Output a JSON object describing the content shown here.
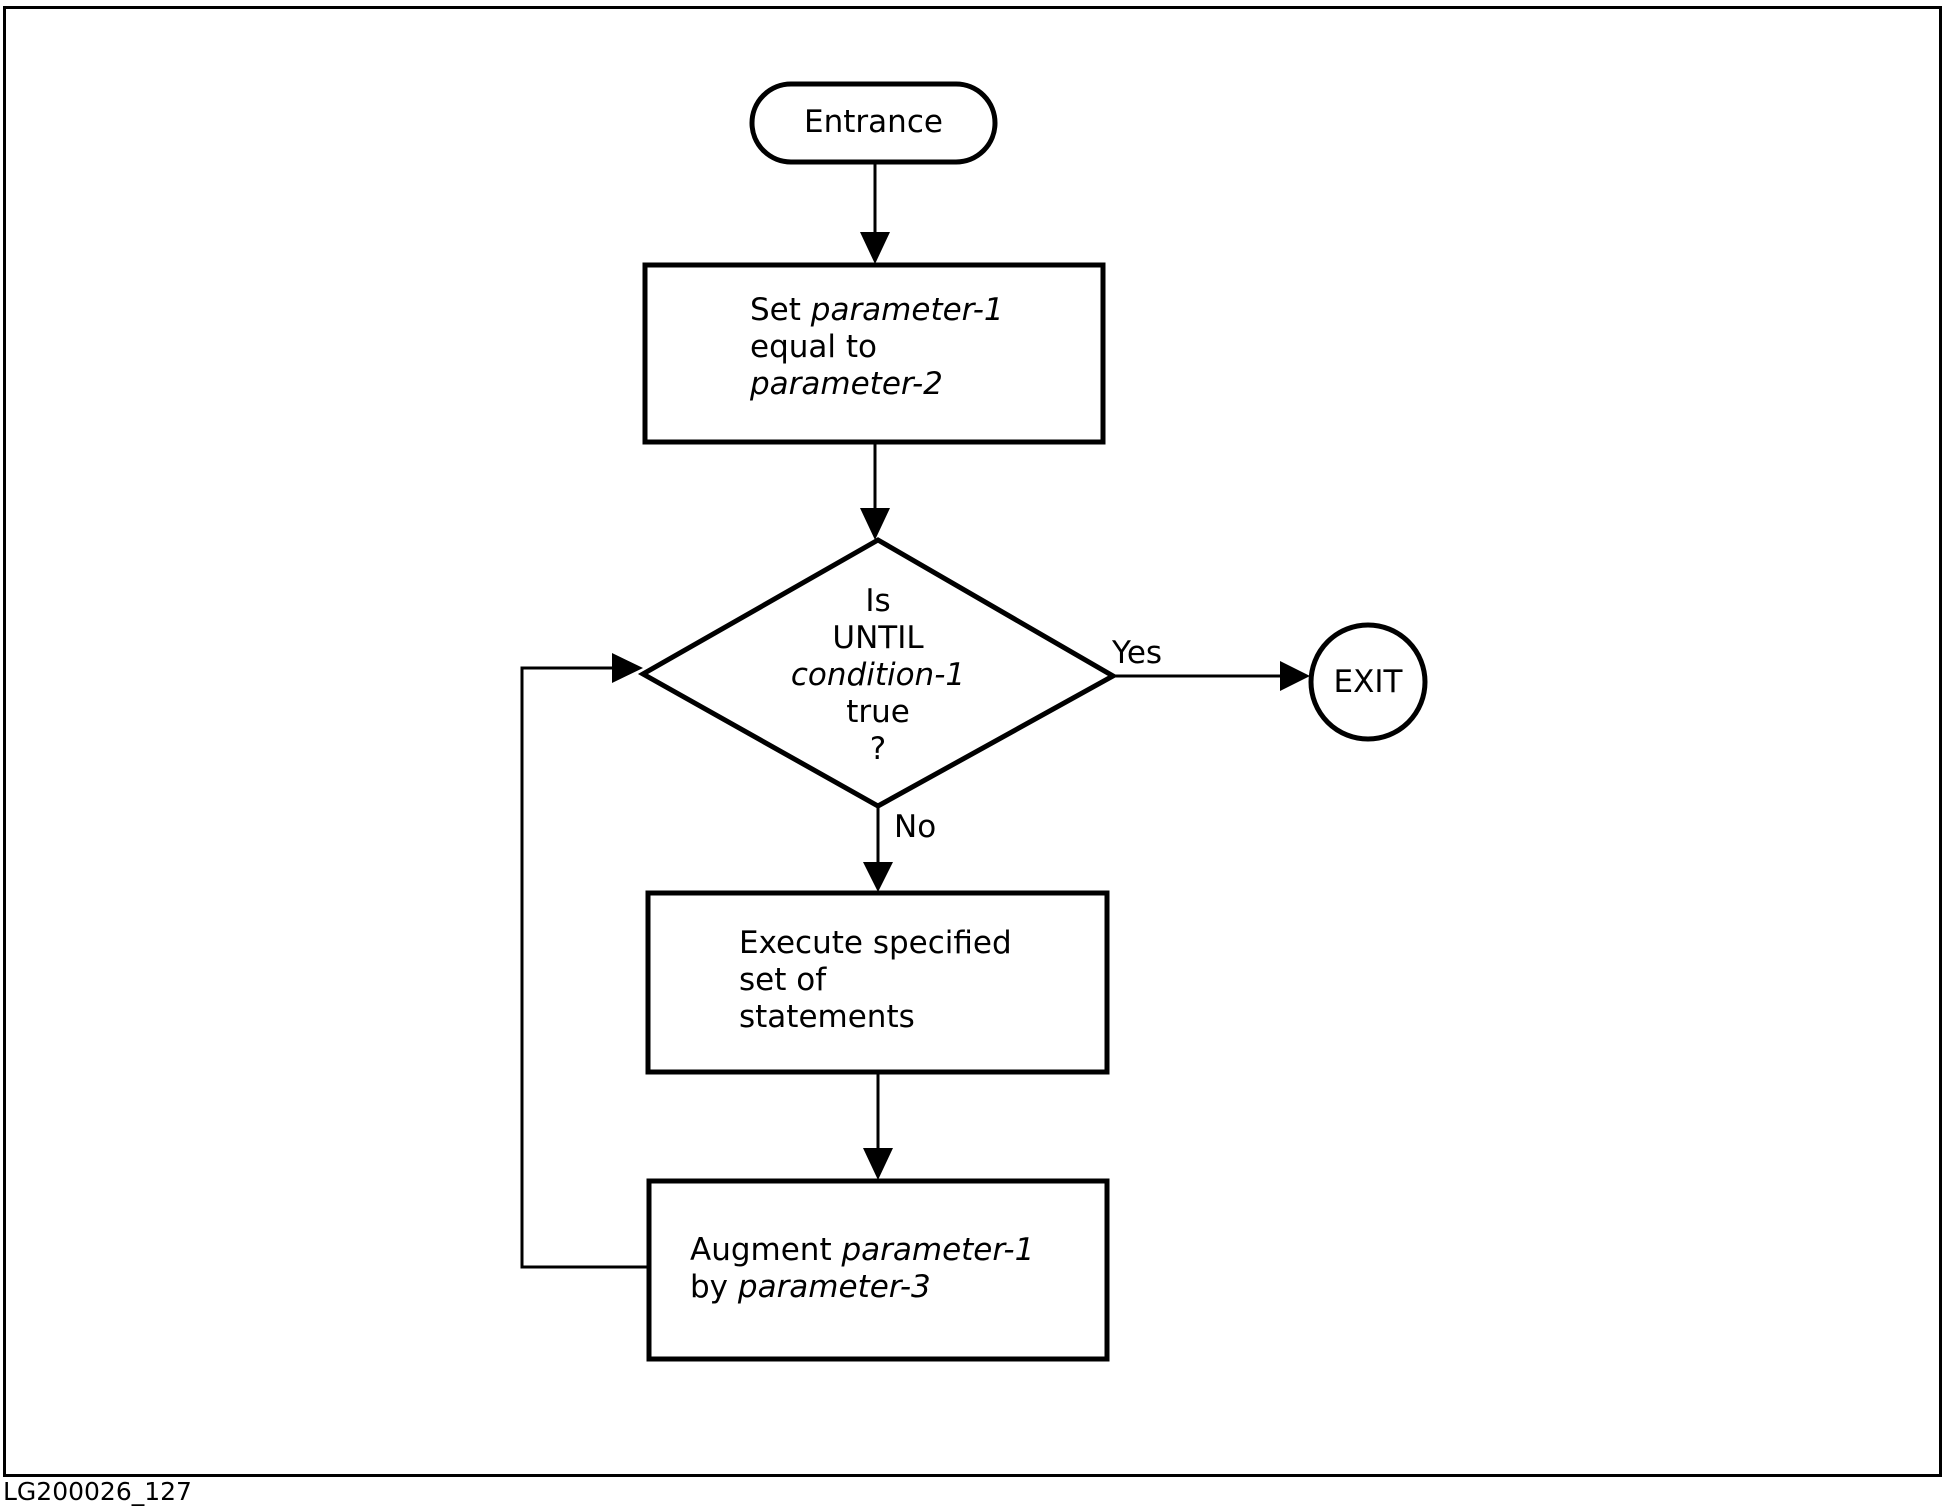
{
  "flowchart": {
    "entrance": {
      "label": "Entrance"
    },
    "set_box": {
      "line1_plain": "Set ",
      "line1_italic": "parameter-1",
      "line2": "equal to",
      "line3_italic": "parameter-2"
    },
    "decision": {
      "line1": "Is",
      "line2": "UNTIL",
      "line3_italic": "condition-1",
      "line4": "true",
      "line5": "?"
    },
    "yes_label": "Yes",
    "no_label": "No",
    "exit": {
      "label": "EXIT"
    },
    "execute_box": {
      "line1": "Execute specified",
      "line2": "set of",
      "line3": "statements"
    },
    "augment_box": {
      "line1_plain": "Augment ",
      "line1_italic": "parameter-1",
      "line2_plain": "by ",
      "line2_italic": "parameter-3"
    }
  },
  "figure_id": "LG200026_127"
}
